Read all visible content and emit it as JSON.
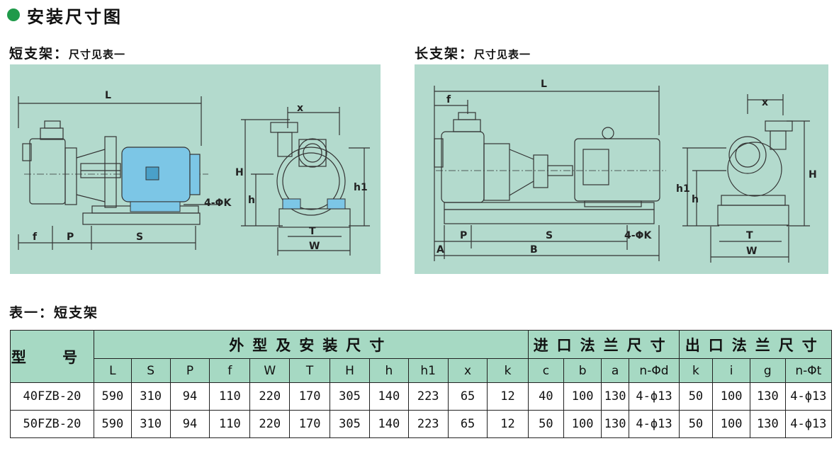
{
  "heading": "安装尺寸图",
  "short_bracket": {
    "label": "短支架：",
    "note": "尺寸见表一"
  },
  "long_bracket": {
    "label": "长支架：",
    "note": "尺寸见表一"
  },
  "colors": {
    "panel": "#b3dacd",
    "header": "#a6d9c3",
    "bullet": "#1f9a4a",
    "motor": "#7cc6e6"
  },
  "drawing_short": {
    "dims": [
      "L",
      "x",
      "H",
      "h",
      "h1",
      "4-ΦK",
      "f",
      "P",
      "S",
      "T",
      "W"
    ]
  },
  "drawing_long": {
    "dims": [
      "L",
      "f",
      "x",
      "h1",
      "h",
      "H",
      "P",
      "S",
      "4-ΦK",
      "A",
      "B",
      "T",
      "W"
    ]
  },
  "table_title": "表一：短支架",
  "table": {
    "model_header": "型 号",
    "group_outer": "外型及安装尺寸",
    "group_inlet": "进口法兰尺寸",
    "group_outlet": "出口法兰尺寸",
    "columns": [
      "L",
      "S",
      "P",
      "f",
      "W",
      "T",
      "H",
      "h",
      "h1",
      "x",
      "k",
      "c",
      "b",
      "a",
      "n-Φd",
      "k",
      "i",
      "g",
      "n-Φt"
    ],
    "rows": [
      [
        "40FZB-20",
        "590",
        "310",
        "94",
        "110",
        "220",
        "170",
        "305",
        "140",
        "223",
        "65",
        "12",
        "40",
        "100",
        "130",
        "4-ϕ13",
        "50",
        "100",
        "130",
        "4-ϕ13"
      ],
      [
        "50FZB-20",
        "590",
        "310",
        "94",
        "110",
        "220",
        "170",
        "305",
        "140",
        "223",
        "65",
        "12",
        "50",
        "100",
        "130",
        "4-ϕ13",
        "50",
        "100",
        "130",
        "4-ϕ13"
      ]
    ]
  }
}
